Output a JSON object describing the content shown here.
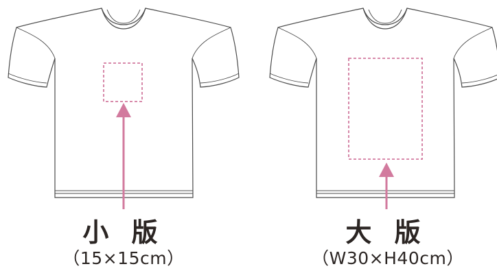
{
  "colors": {
    "outline": "#4a4a4a",
    "accent": "#d27a9e",
    "text": "#2b2523"
  },
  "small": {
    "name": "小 版",
    "size": "（15×15cm）"
  },
  "large": {
    "name": "大 版",
    "size": "（W30×H40cm）"
  }
}
